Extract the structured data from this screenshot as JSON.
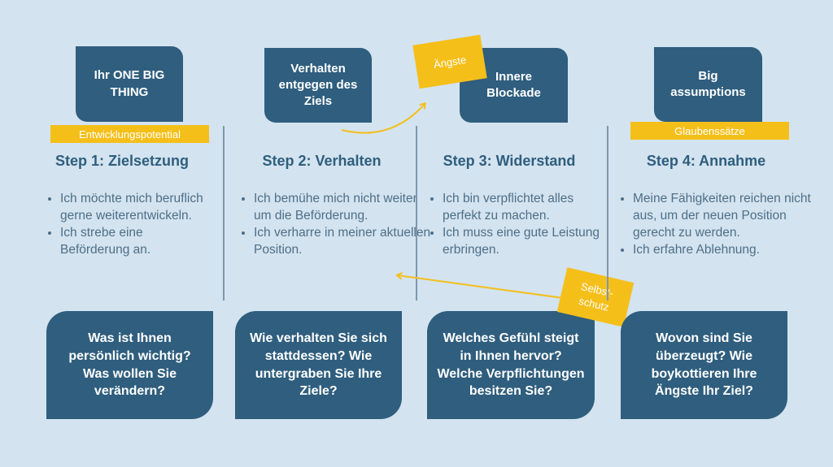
{
  "columns": [
    {
      "top_box": "Ihr ONE BIG THING",
      "tag": "Entwicklungspotential",
      "step": "Step 1: Zielsetzung",
      "bullets": [
        "Ich möchte mich beruflich gerne weiterentwickeln.",
        "Ich strebe eine Beförderung an."
      ],
      "question": "Was ist Ihnen persönlich wichtig? Was wollen Sie verändern?"
    },
    {
      "top_box": "Verhalten entgegen des Ziels",
      "step": "Step 2: Verhalten",
      "bullets": [
        "Ich bemühe mich nicht weiter um die Beförderung.",
        "Ich verharre in meiner aktuellen Position."
      ],
      "question": "Wie verhalten Sie sich stattdessen? Wie untergraben Sie Ihre Ziele?"
    },
    {
      "top_box": "Innere Blockade",
      "tag": "Ängste",
      "step": "Step 3: Widerstand",
      "bullets": [
        "Ich bin verpflichtet alles perfekt zu machen.",
        "Ich muss eine gute Leistung erbringen."
      ],
      "question": "Welches Gefühl steigt in Ihnen hervor? Welche Verpflichtungen besitzen Sie?"
    },
    {
      "top_box": "Big assumptions",
      "tag": "Glaubenssätze",
      "step": "Step 4: Annahme",
      "bullets": [
        "Meine Fähigkeiten reichen nicht aus, um der neuen Position gerecht zu werden.",
        "Ich erfahre Ablehnung."
      ],
      "question": "Wovon sind Sie überzeugt? Wie boykottieren Ihre Ängste Ihr Ziel?"
    }
  ],
  "selbstschutz_tag": "Selbst-schutz",
  "colors": {
    "background": "#d3e3ef",
    "box": "#2f5e7e",
    "accent": "#f5bf1a",
    "text": "#4e6f88"
  }
}
